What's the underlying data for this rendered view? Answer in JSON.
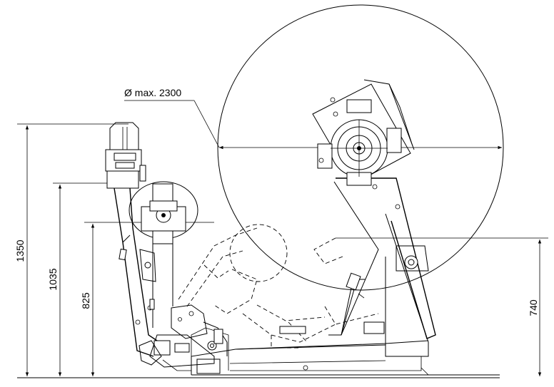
{
  "labels": {
    "diameter": "Ø max. 2300",
    "height_1350": "1350",
    "height_1035": "1035",
    "height_825": "825",
    "height_740": "740"
  },
  "colors": {
    "line": "#000000",
    "background": "#ffffff"
  }
}
